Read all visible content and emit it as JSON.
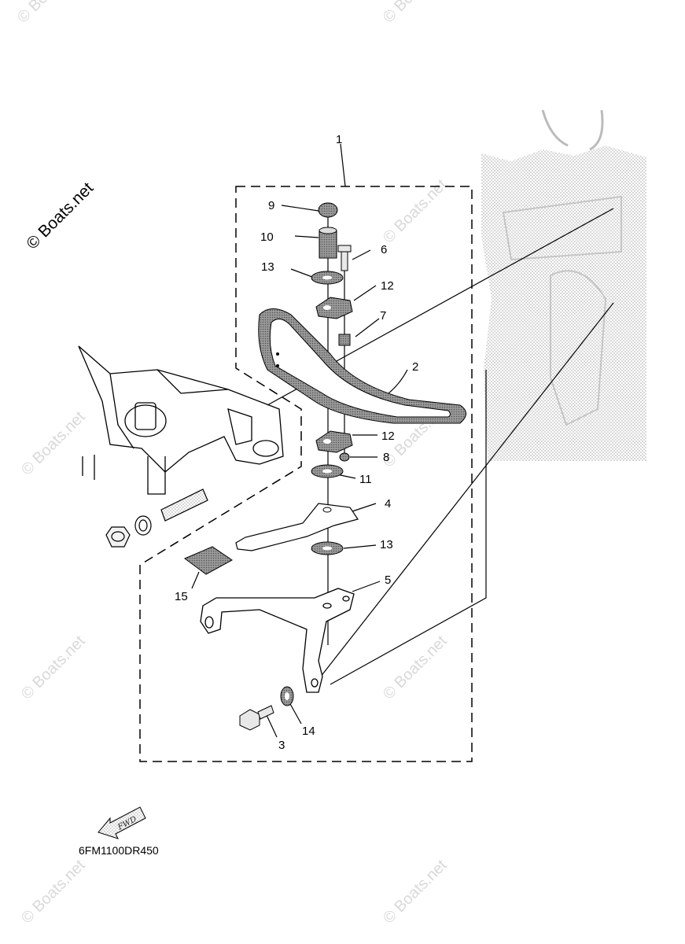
{
  "watermark": {
    "main": "© Boats.net",
    "faint": "© Boats.net"
  },
  "callouts": [
    "1",
    "2",
    "3",
    "4",
    "5",
    "6",
    "7",
    "8",
    "9",
    "10",
    "11",
    "12",
    "12",
    "13",
    "13",
    "14",
    "15"
  ],
  "diagram_code": "6FM1100DR450",
  "fwd_label": "FWD",
  "colors": {
    "ink": "#000000",
    "shade": "#cfcfcf",
    "watermark": "#d9d9d9"
  }
}
